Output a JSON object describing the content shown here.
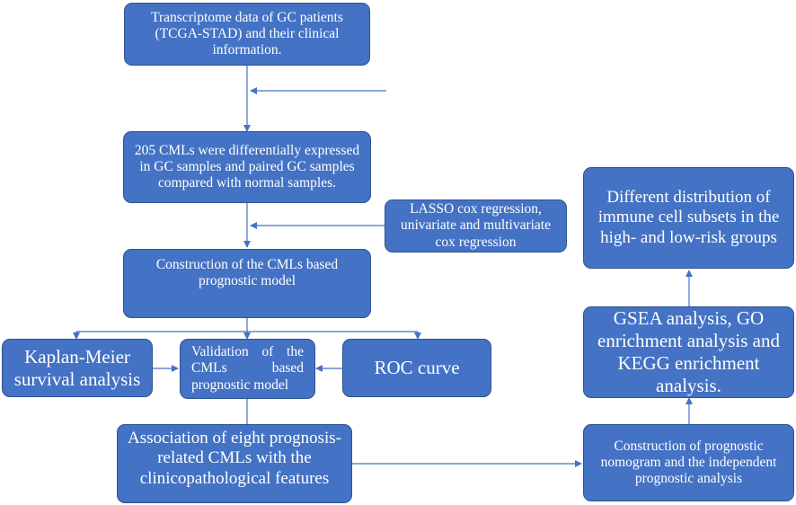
{
  "colors": {
    "box_fill": "#4472c4",
    "box_border": "#2f528f",
    "text": "#ffffff",
    "arrow": "#4472c4"
  },
  "nodes": {
    "transcriptome": "Transcriptome data of GC patients\n(TCGA-STAD) and their clinical\ninformation.",
    "degs": "205 CMLs were differentially expressed\nin GC samples and paired GC samples\ncompared with normal samples.",
    "lasso": "LASSO cox regression,\nunivariate and multivariate\ncox regression",
    "construction": "Construction of the CMLs based\nprognostic model",
    "km": "Kaplan-Meier\nsurvival analysis",
    "validation": "Validation of the CMLs based prognostic model",
    "roc": "ROC curve",
    "association": "Association of eight prognosis-\nrelated CMLs with the\nclinicopathological features",
    "nomogram": "Construction of prognostic\nnomogram and the independent\nprognostic analysis",
    "gsea": "GSEA analysis, GO\nenrichment analysis and\nKEGG enrichment\nanalysis.",
    "immune": "Different distribution of\nimmune cell subsets in the\nhigh- and low-risk groups"
  }
}
